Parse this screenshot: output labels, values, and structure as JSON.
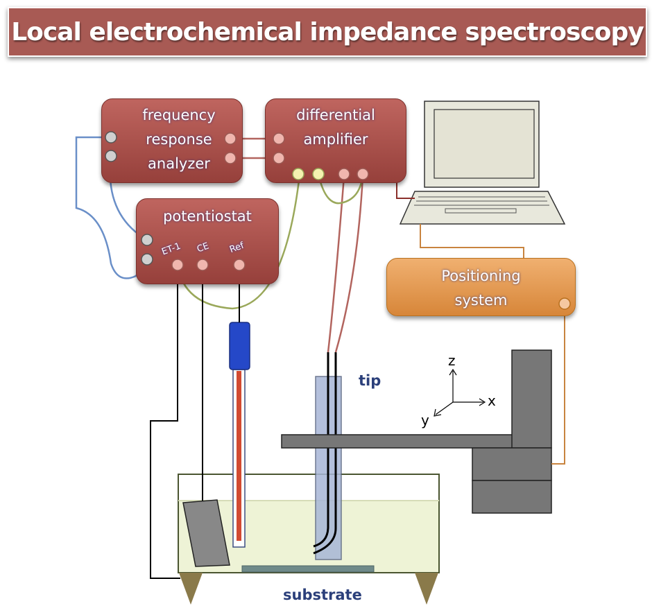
{
  "title": "Local electrochemical impedance spectroscopy",
  "instruments": {
    "fra": [
      "frequency",
      "response",
      "analyzer"
    ],
    "amplifier": [
      "differential",
      "amplifier"
    ],
    "potentiostat": "potentiostat",
    "positioning": [
      "Positioning",
      "system"
    ]
  },
  "ports": {
    "et1": "ET-1",
    "ce": "CE",
    "ref": "Ref"
  },
  "labels": {
    "tip": "tip",
    "substrate": "substrate"
  },
  "axes": {
    "x": "x",
    "y": "y",
    "z": "z"
  },
  "colors": {
    "instrument_fill": "#a85a54",
    "positioning_fill": "#e39a4f",
    "wire_blue": "#6a8fc8",
    "wire_green": "#9aa85a",
    "wire_red": "#b2645e",
    "wire_orange": "#c8843f",
    "solution": "#eef3d6",
    "label_blue": "#2b3f7a"
  }
}
